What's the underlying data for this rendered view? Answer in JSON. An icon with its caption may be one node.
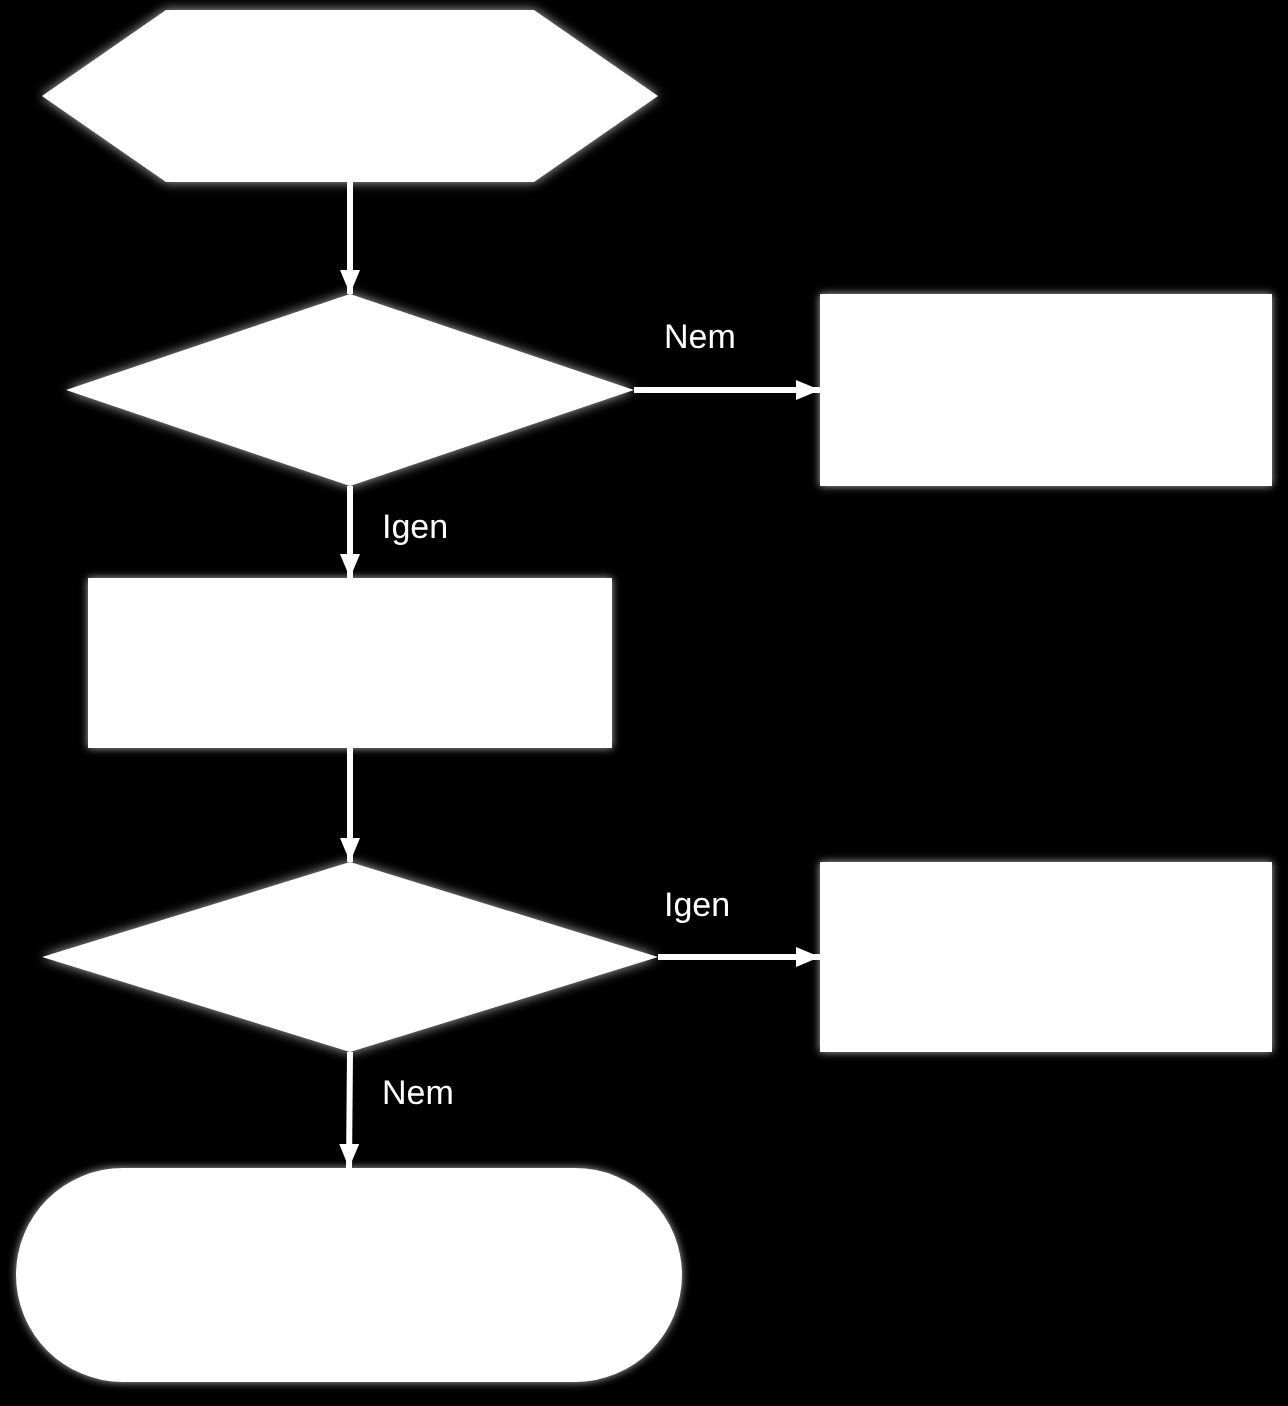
{
  "diagram": {
    "nodes": [
      {
        "text": [],
        "shape": "hexagon"
      },
      {
        "text": [],
        "shape": "diamond"
      },
      {
        "text": [],
        "shape": "box"
      },
      {
        "text": [],
        "shape": "box"
      },
      {
        "text": [],
        "shape": "diamond"
      },
      {
        "text": [],
        "shape": "box"
      },
      {
        "text": [],
        "shape": "pill"
      }
    ],
    "edges": [
      {
        "from": 0,
        "to": 1,
        "arrow": "to"
      },
      {
        "from": 1,
        "to": 2,
        "arrow": "to",
        "label": "Nem"
      },
      {
        "from": 1,
        "to": 3,
        "arrow": "to",
        "label": "Igen"
      },
      {
        "from": 3,
        "to": 4,
        "arrow": "to"
      },
      {
        "from": 4,
        "to": 5,
        "arrow": "to",
        "label": "Igen"
      },
      {
        "from": 4,
        "to": 6,
        "arrow": "to",
        "label": "Nem"
      }
    ]
  }
}
